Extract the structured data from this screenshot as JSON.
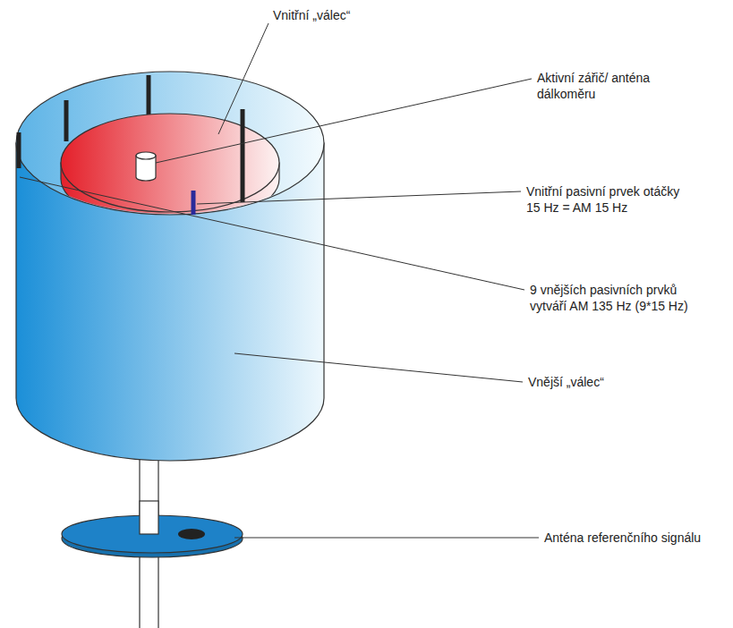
{
  "diagram": {
    "labels": [
      "Vnitřní „válec“",
      "Aktivní zářič/ anténa dálkoměru",
      "Vnitřní pasivní prvek otáčky 15 Hz = AM 15 Hz",
      "9 vnějších pasivních prvků vytváří AM 135 Hz (9*15 Hz)",
      "Vnější „válec“",
      "Anténa referenčního signálu"
    ]
  }
}
